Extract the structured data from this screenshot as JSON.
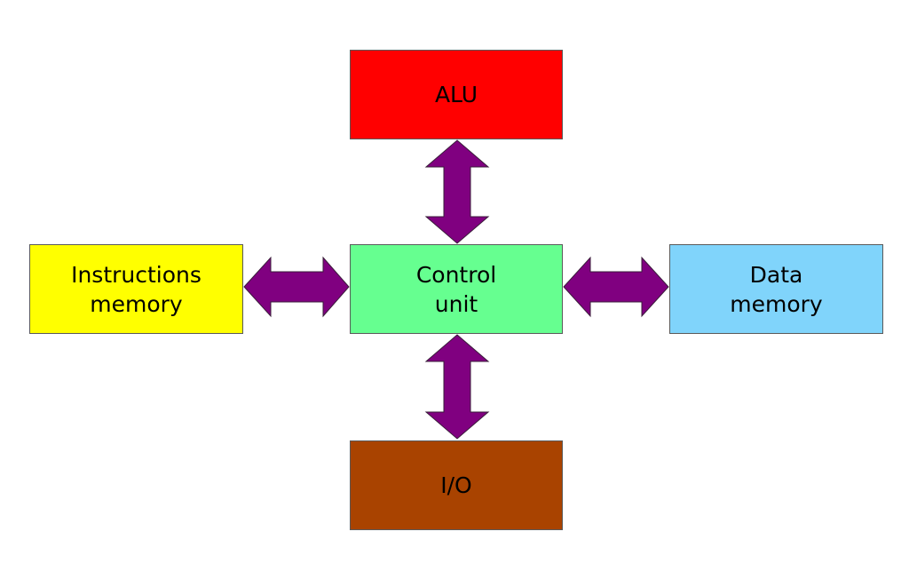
{
  "diagram": {
    "blocks": {
      "alu": {
        "lines": [
          "ALU"
        ],
        "color": "#ff0000"
      },
      "control_unit": {
        "lines": [
          "Control",
          "unit"
        ],
        "color": "#66ff90"
      },
      "instructions_memory": {
        "lines": [
          "Instructions",
          "memory"
        ],
        "color": "#ffff00"
      },
      "data_memory": {
        "lines": [
          "Data",
          "memory"
        ],
        "color": "#80d4fb"
      },
      "io": {
        "lines": [
          "I/O"
        ],
        "color": "#a94300"
      }
    },
    "arrow_color": "#800080"
  }
}
